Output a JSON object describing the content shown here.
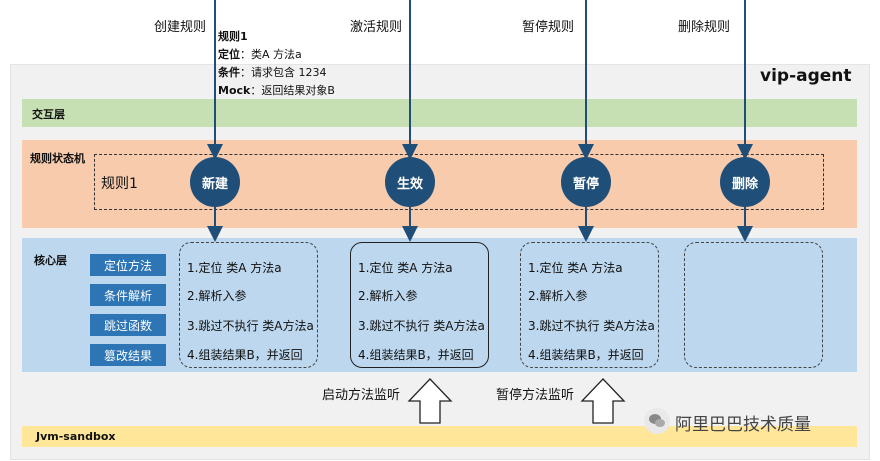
{
  "operations": [
    "创建规则",
    "激活规则",
    "暂停规则",
    "删除规则"
  ],
  "rule_info": {
    "title": "规则1",
    "lines": [
      {
        "key": "定位",
        "value": "：类A 方法a"
      },
      {
        "key": "条件",
        "value": "：请求包含 1234"
      },
      {
        "key": "Mock",
        "value": "：返回结果对象B"
      }
    ]
  },
  "agent_label": "vip-agent",
  "layers": {
    "interaction": "交互层",
    "state_machine": "规则状态机",
    "core": "核心层",
    "sandbox": "Jvm-sandbox"
  },
  "rule_name": "规则1",
  "states": [
    "新建",
    "生效",
    "暂停",
    "删除"
  ],
  "core_functions": [
    "定位方法",
    "条件解析",
    "跳过函数",
    "篡改结果"
  ],
  "steps": [
    "1.定位 类A 方法a",
    "2.解析入参",
    "3.跳过不执行 类A方法a",
    "4.组装结果B，并返回"
  ],
  "monitors": [
    "启动方法监听",
    "暂停方法监听"
  ],
  "watermark": "阿里巴巴技术质量",
  "colors": {
    "state_circle": "#1f4e79",
    "function_button": "#2e75b6",
    "interaction_band": "#c6e0b4",
    "state_band": "#f8cbad",
    "core_band": "#bdd7ee",
    "sandbox_band": "#ffe699"
  }
}
